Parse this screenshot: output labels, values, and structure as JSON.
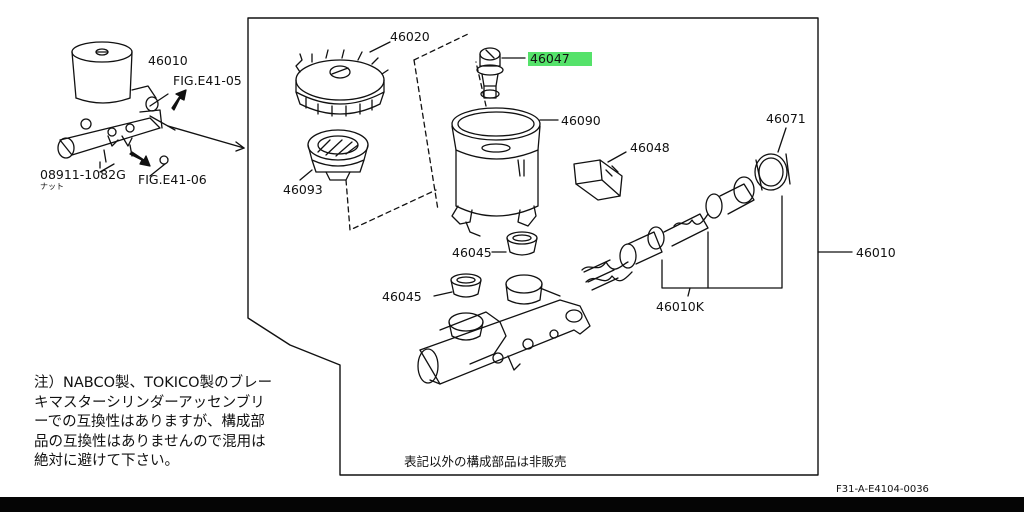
{
  "labels": {
    "overview_part": "46010",
    "fig_ref_top": "FIG.E41-05",
    "fig_ref_bottom": "FIG.E41-06",
    "nut_part": "08911-1082G",
    "nut_jp": "ナット",
    "cap": "46020",
    "strainer": "46093",
    "bolt": "46047",
    "reservoir": "46090",
    "sensor": "46048",
    "seal_upper": "46045",
    "seal_lower": "46045",
    "kit": "46010K",
    "ring": "46071",
    "assembly": "46010"
  },
  "highlight_color": "#55e26a",
  "note_lines": [
    "注）NABCO製、TOKICO製のブレー",
    "キマスターシリンダーアッセンブリ",
    "ーでの互換性はありますが、構成部",
    "品の互換性はありませんので混用は",
    "絶対に避けて下さい。"
  ],
  "footnote": "表記以外の構成部品は非販売",
  "figure_code": "F31-A-E4104-0036"
}
